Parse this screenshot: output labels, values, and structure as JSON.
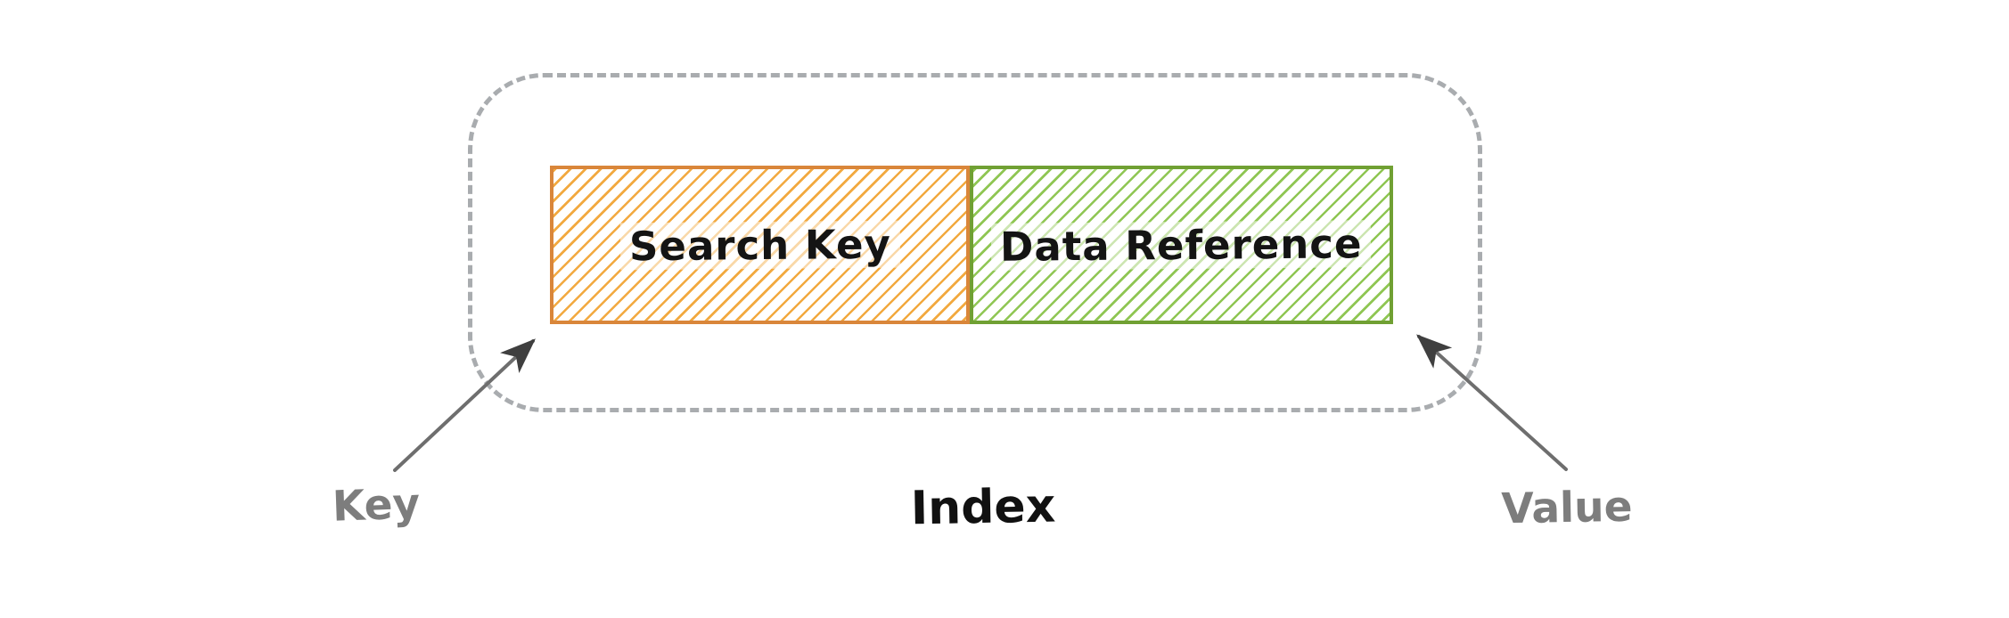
{
  "diagram": {
    "container_label": "Index",
    "cells": [
      {
        "label": "Search Key",
        "border_color": "#d9863a",
        "hatch_color": "#f2a93f"
      },
      {
        "label": "Data Reference",
        "border_color": "#70a033",
        "hatch_color": "#8fc653"
      }
    ],
    "callouts": [
      {
        "label": "Key",
        "points_to": "Search Key"
      },
      {
        "label": "Value",
        "points_to": "Data Reference"
      }
    ],
    "colors": {
      "background": "#ffffff",
      "dashed_border": "#a9acaf",
      "arrow_shaft": "#6e6e6e",
      "arrow_head": "#3f3f3f",
      "callout_text": "#7d7d7d",
      "cell_text": "#141414"
    }
  }
}
